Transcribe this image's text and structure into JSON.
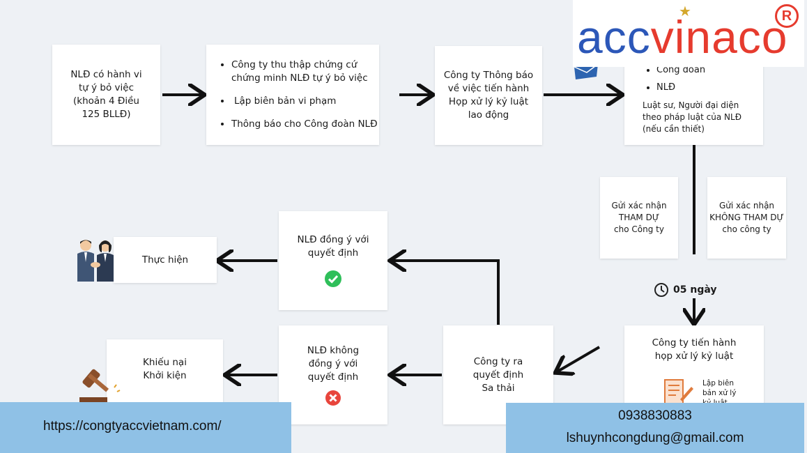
{
  "boxes": {
    "b1": "NLĐ có hành vi\ntự ý bỏ việc\n(khoản 4 Điều\n125 BLLĐ)",
    "b2_items": [
      "Công ty thu thập chứng cứ chứng minh NLĐ tự ý bỏ việc",
      "Lập biên bản vi phạm",
      "Thông báo cho Công đoàn NLĐ"
    ],
    "b3": "Công ty Thông báo\nvề việc tiến hành\nHọp xử lý kỷ luật\nlao động",
    "b4_items": [
      "Công đoàn",
      "NLĐ"
    ],
    "b4_note": "Luật sư, Người đại diện\ntheo pháp luật của NLĐ\n(nếu cần thiết)",
    "b5": "Gửi xác nhận\nTHAM DỰ\ncho Công ty",
    "b6": "Gửi xác nhận\nKHÔNG THAM DỰ\ncho công ty",
    "days": "05 ngày",
    "b7": "Công ty tiến hành\nhọp xử lý kỷ luật",
    "b7_sub": "Lập biên\nbản xử lý\nkỷ luật",
    "b8": "Công ty ra\nquyết định\nSa thải",
    "b9": "NLĐ đồng ý với\nquyết định",
    "b10": "NLĐ không\nđồng ý với\nquyết định",
    "b11": "Thực hiện",
    "b12": "Khiếu nại\nKhởi kiện"
  },
  "footer": {
    "url": "https://congtyaccvietnam.com/",
    "phone": "0938830883",
    "email": "lshuynhcongdung@gmail.com"
  },
  "logo": {
    "part1": "acc",
    "part2": "vinaco",
    "reg": "R"
  },
  "icons": [
    "handshake-icon",
    "gavel-icon",
    "clock-icon",
    "check-circle-icon",
    "x-circle-icon",
    "document-pen-icon",
    "envelope-icon"
  ],
  "colors": {
    "check": "#2fbf5a",
    "cross": "#e8453c",
    "footer": "#8fc1e6",
    "logo_blue": "#2c57b8",
    "logo_red": "#e63b2e"
  }
}
